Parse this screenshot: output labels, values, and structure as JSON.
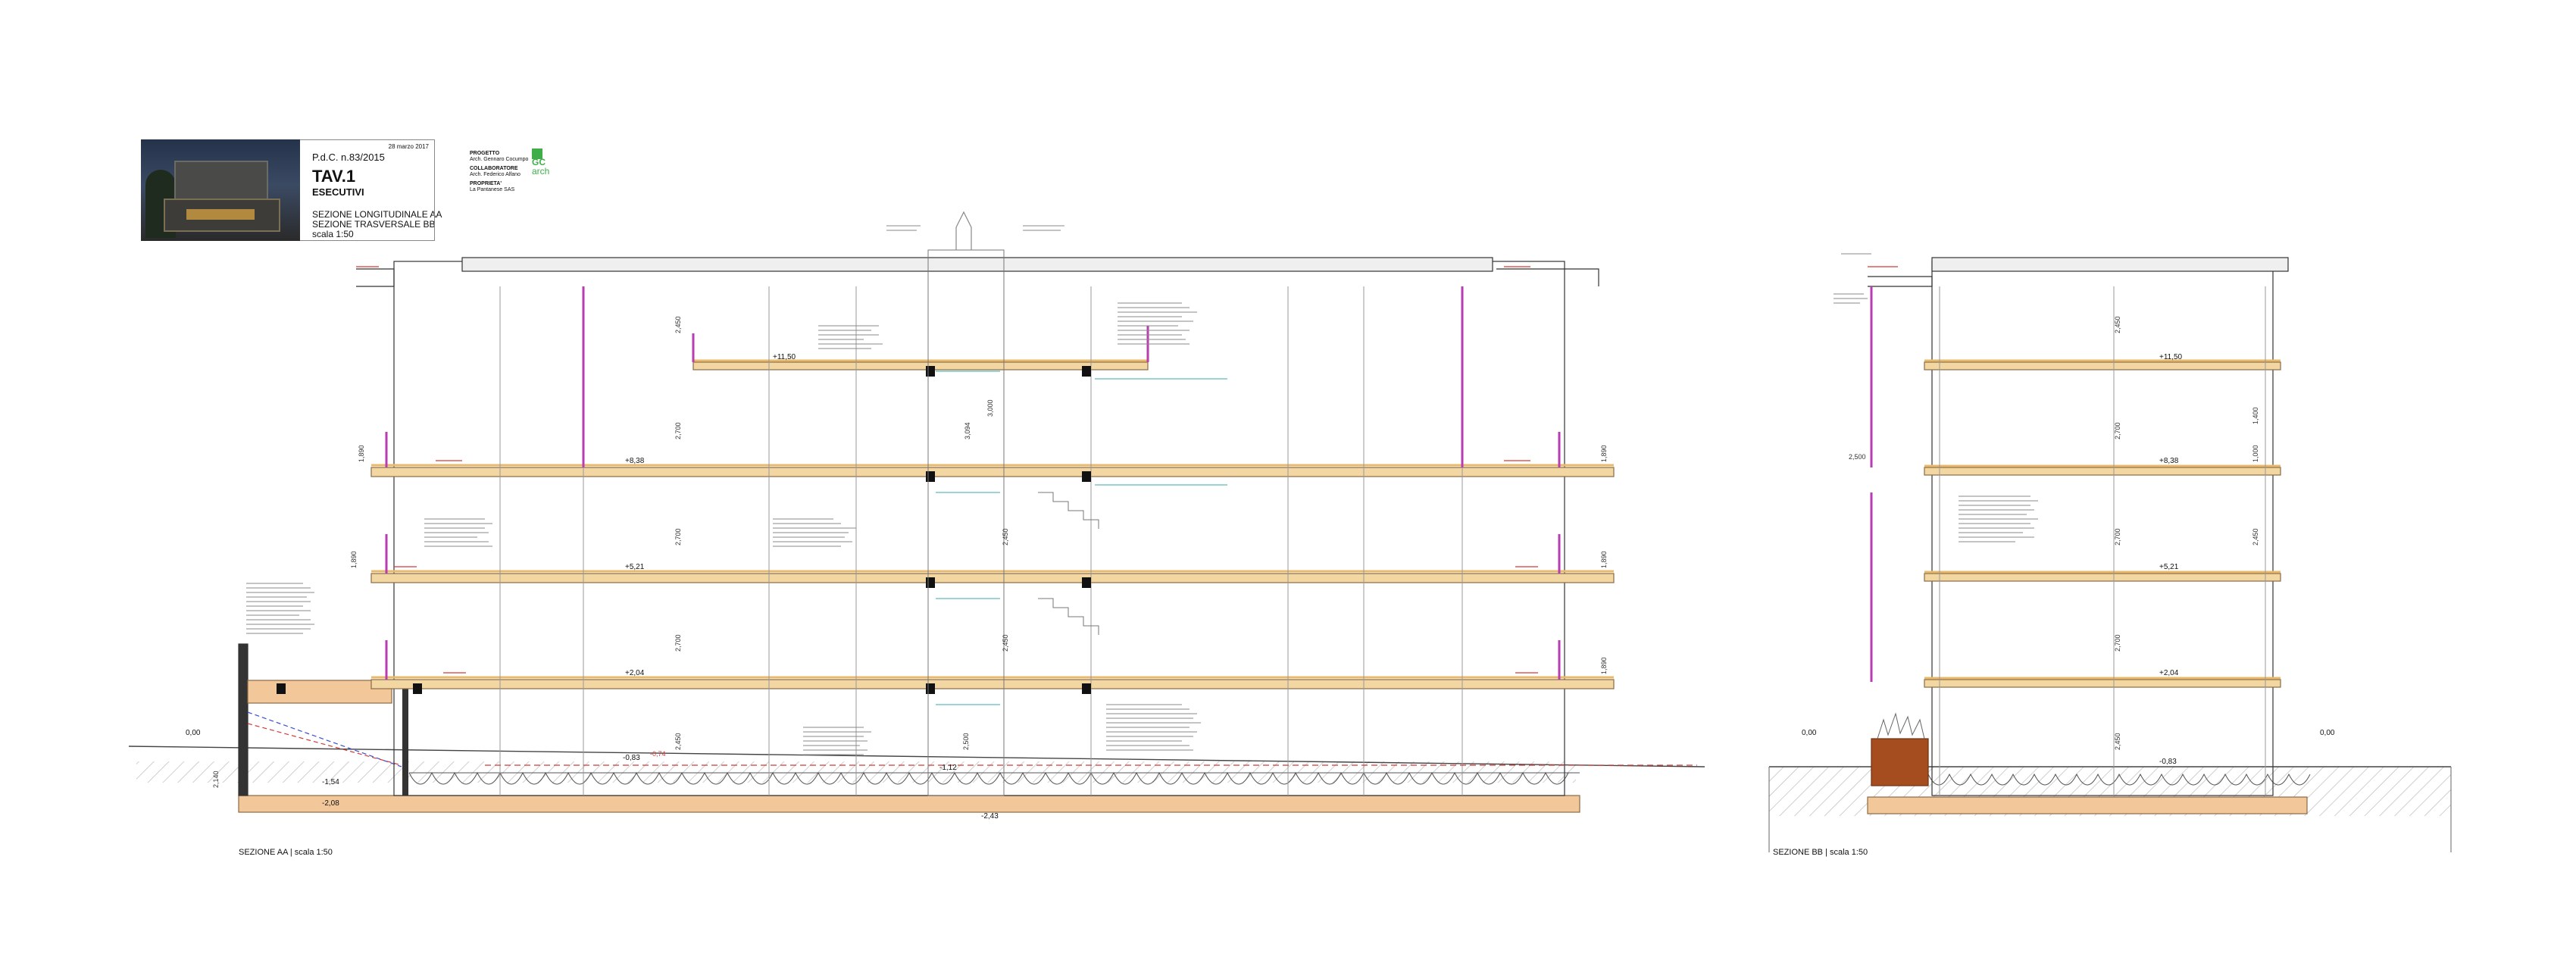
{
  "title_block": {
    "date": "28 marzo 2017",
    "permit": "P.d.C. n.83/2015",
    "sheet": "TAV.1",
    "phase": "ESECUTIVI",
    "subtitle1": "SEZIONE LONGITUDINALE AA",
    "subtitle2": "SEZIONE TRASVERSALE BB",
    "scale": "scala 1:50",
    "project_head": "PROGETTO",
    "project_name": "Arch. Gennaro Cocumpo",
    "collab_head": "COLLABORATORE",
    "collab_name": "Arch. Federico Alfano",
    "owner_head": "PROPRIETA'",
    "owner_name": "La Pantanese SAS",
    "logo_line1": "GC",
    "logo_line2": "arch"
  },
  "section_aa": {
    "caption": "SEZIONE AA | scala 1:50",
    "levels": [
      "+11,50",
      "+8,38",
      "+5,21",
      "+2,04",
      "0,00",
      "-1,54",
      "-2,08",
      "-0,83",
      "-0,74",
      "-1,12",
      "-2,43"
    ],
    "dims": [
      "2,450",
      "2,700",
      "2,700",
      "2,700",
      "2,450",
      "2,450",
      "3,000",
      "3,094",
      "2,450",
      "2,500",
      "2,140",
      "1,890",
      "1,890",
      "1,890",
      "1,890",
      "1,890"
    ]
  },
  "section_bb": {
    "caption": "SEZIONE BB | scala 1:50",
    "levels": [
      "+11,50",
      "+8,38",
      "+5,21",
      "+2,04",
      "0,00",
      "0,00",
      "-0,83"
    ],
    "dims": [
      "2,450",
      "2,700",
      "2,700",
      "2,700",
      "2,450",
      "2,500",
      "1,400",
      "1,000",
      "2,450"
    ]
  },
  "colors": {
    "line": "#333333",
    "slab_fill": "#f2d7a2",
    "screed": "#e8b96a",
    "partition": "#b93db1",
    "insulation_warm": "#f2c79a",
    "planter": "#a54d1e",
    "red_note": "#d23a3a",
    "blue_note": "#3a4ed2",
    "glass": "#36a8a8"
  }
}
